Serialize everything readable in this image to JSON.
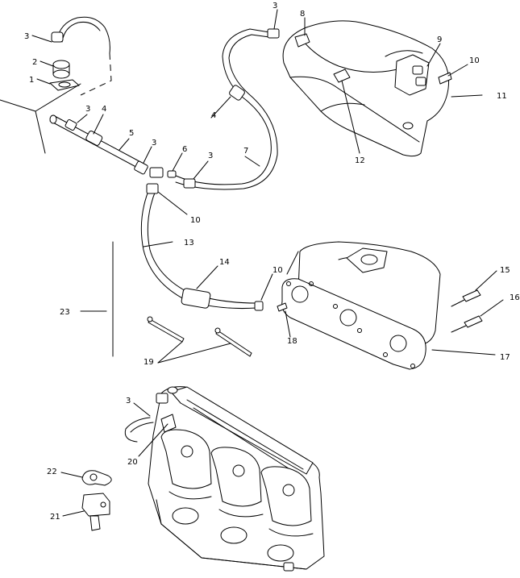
{
  "callouts": {
    "c1": "1",
    "c2": "2",
    "c3a": "3",
    "c3b": "3",
    "c3c": "3",
    "c3d": "3",
    "c3e": "3",
    "c4a": "4",
    "c4b": "4",
    "c5": "5",
    "c6": "6",
    "c7": "7",
    "c8": "8",
    "c9": "9",
    "c10a": "10",
    "c10b": "10",
    "c10c": "10",
    "c11": "11",
    "c12": "12",
    "c13": "13",
    "c14": "14",
    "c15": "15",
    "c16": "16",
    "c17": "17",
    "c18": "18",
    "c19": "19",
    "c20": "20",
    "c21": "21",
    "c22": "22",
    "c23": "23"
  }
}
